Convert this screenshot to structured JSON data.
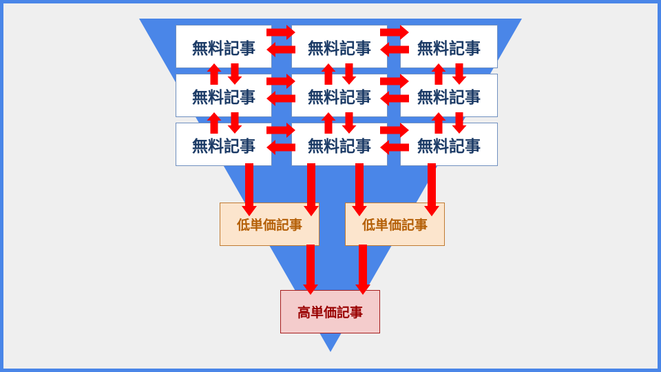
{
  "colors": {
    "funnel": "#4a86e8",
    "arrow": "#ff0000",
    "frame": "#4a86e8",
    "background": "#efefef",
    "free_text": "#1c3b66",
    "low_text": "#b45f06",
    "high_text": "#990000"
  },
  "tiers": {
    "free": {
      "label": "無料記事",
      "count": 9
    },
    "low": {
      "label": "低単価記事",
      "count": 2
    },
    "high": {
      "label": "高単価記事",
      "count": 1
    }
  }
}
